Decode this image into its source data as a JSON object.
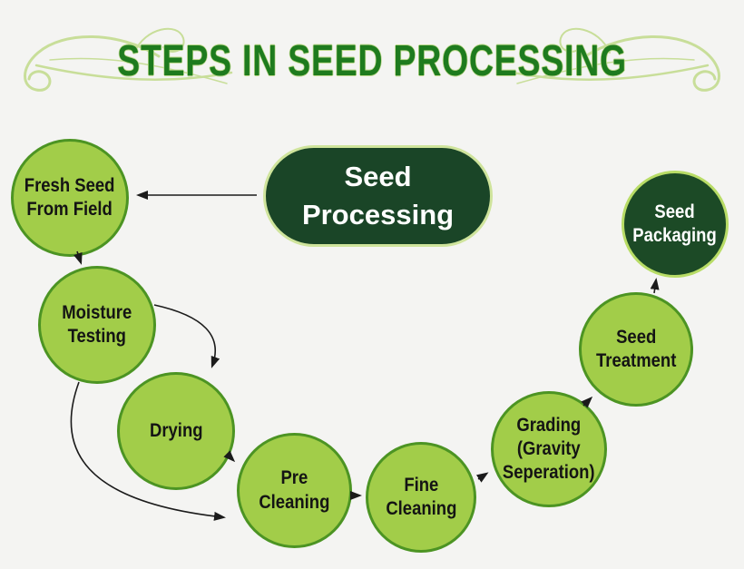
{
  "title": "STEPS IN SEED PROCESSING",
  "center_node": {
    "label": "Seed\nProcessing"
  },
  "steps": [
    {
      "id": "fresh-seed-from-field",
      "label": "Fresh Seed\nFrom Field"
    },
    {
      "id": "moisture-testing",
      "label": "Moisture\nTesting"
    },
    {
      "id": "drying",
      "label": "Drying"
    },
    {
      "id": "pre-cleaning",
      "label": "Pre\nCleaning"
    },
    {
      "id": "fine-cleaning",
      "label": "Fine\nCleaning"
    },
    {
      "id": "grading-gravity-seperation",
      "label": "Grading\n(Gravity\nSeperation)"
    },
    {
      "id": "seed-treatment",
      "label": "Seed\nTreatment"
    },
    {
      "id": "seed-packaging",
      "label": "Seed\nPackaging"
    }
  ],
  "connections": [
    {
      "from": "seed-processing",
      "to": "fresh-seed-from-field"
    },
    {
      "from": "fresh-seed-from-field",
      "to": "moisture-testing"
    },
    {
      "from": "moisture-testing",
      "to": "drying"
    },
    {
      "from": "moisture-testing",
      "to": "pre-cleaning"
    },
    {
      "from": "drying",
      "to": "pre-cleaning"
    },
    {
      "from": "pre-cleaning",
      "to": "fine-cleaning"
    },
    {
      "from": "fine-cleaning",
      "to": "grading-gravity-seperation"
    },
    {
      "from": "grading-gravity-seperation",
      "to": "seed-treatment"
    },
    {
      "from": "seed-treatment",
      "to": "seed-packaging"
    }
  ],
  "colors": {
    "background": "#f4f4f2",
    "title_green": "#1e7b1e",
    "title_halo": "#bcd98b",
    "node_fill": "#a2cd49",
    "node_border": "#4c9423",
    "dark_node_fill": "#1a4527",
    "dark_node_border": "#cfe49c",
    "text_dark": "#141414",
    "text_light": "#ffffff",
    "arrow": "#1b1b1b",
    "flourish": "#c8de99"
  }
}
